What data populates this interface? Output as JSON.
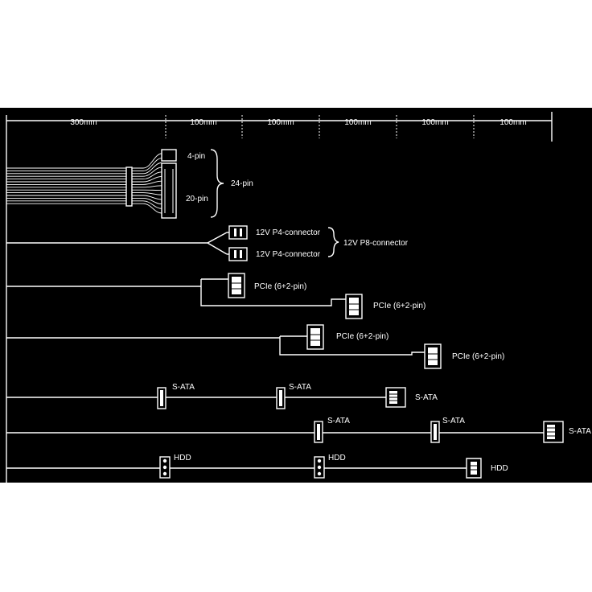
{
  "ruler": {
    "segments": [
      "300mm",
      "100mm",
      "100mm",
      "100mm",
      "100mm",
      "100mm"
    ]
  },
  "cables": {
    "atx": {
      "label_4pin": "4-pin",
      "label_20pin": "20-pin",
      "label_24pin": "24-pin"
    },
    "cpu": {
      "label_p4_a": "12V P4-connector",
      "label_p4_b": "12V P4-connector",
      "label_p8": "12V P8-connector"
    },
    "pcie1": {
      "label_a": "PCIe (6+2-pin)",
      "label_b": "PCIe (6+2-pin)"
    },
    "pcie2": {
      "label_a": "PCIe (6+2-pin)",
      "label_b": "PCIe (6+2-pin)"
    },
    "sata1": {
      "label_a": "S-ATA",
      "label_b": "S-ATA",
      "label_c": "S-ATA"
    },
    "sata2": {
      "label_a": "S-ATA",
      "label_b": "S-ATA",
      "label_c": "S-ATA"
    },
    "hdd": {
      "label_a": "HDD",
      "label_b": "HDD",
      "label_c": "HDD"
    }
  }
}
